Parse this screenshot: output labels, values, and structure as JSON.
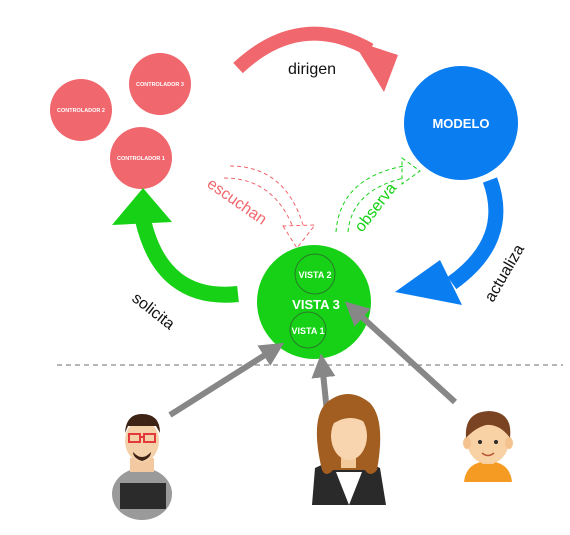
{
  "nodes": {
    "controlador_1": "CONTROLADOR 1",
    "controlador_2": "CONTROLADOR 2",
    "controlador_3": "CONTROLADOR 3",
    "modelo": "MODELO",
    "vista_1": "VISTA 1",
    "vista_2": "VISTA 2",
    "vista_3": "VISTA 3"
  },
  "edges": {
    "dirigen": "dirigen",
    "escuchan": "escuchan",
    "observa": "observa",
    "actualiza": "actualiza",
    "solicita": "solicita"
  },
  "colors": {
    "controller": "#f0676e",
    "model": "#0a7df0",
    "view": "#16d116",
    "view_border": "#2a7a2a",
    "user_arrow": "#878787",
    "separator": "#8a8a8a",
    "label_text": "#111111"
  },
  "icons": {
    "user_left": "developer-avatar-icon",
    "user_center": "woman-avatar-icon",
    "user_right": "boy-avatar-icon"
  }
}
